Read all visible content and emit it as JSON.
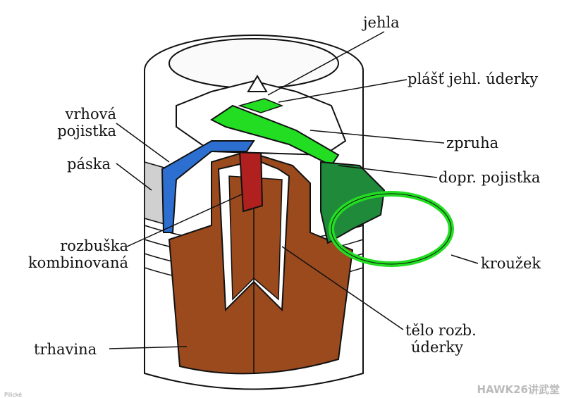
{
  "labels": {
    "jehla": "jehla",
    "plast": "plášť jehl. úderky",
    "zpruha": "zpruha",
    "dopr_pojistka": "dopr. pojistka",
    "krouzek": "kroužek",
    "telo_line1": "tělo rozb.",
    "telo_line2": "úderky",
    "trhavina": "trhavina",
    "rozbuska_line1": "rozbuška",
    "rozbuska_line2": "kombinovaná",
    "paska": "páska",
    "vrhova_line1": "vrhová",
    "vrhova_line2": "pojistka"
  },
  "source_text": "Pilické",
  "watermark": "HAWK26讲武堂",
  "colors": {
    "explosive": "#9b4a1e",
    "detonator": "#b0201e",
    "throw_pin": "#2d6fd0",
    "lever": "#22dd22",
    "safety": "#1f8a3a",
    "tape": "#d0d0d0"
  }
}
